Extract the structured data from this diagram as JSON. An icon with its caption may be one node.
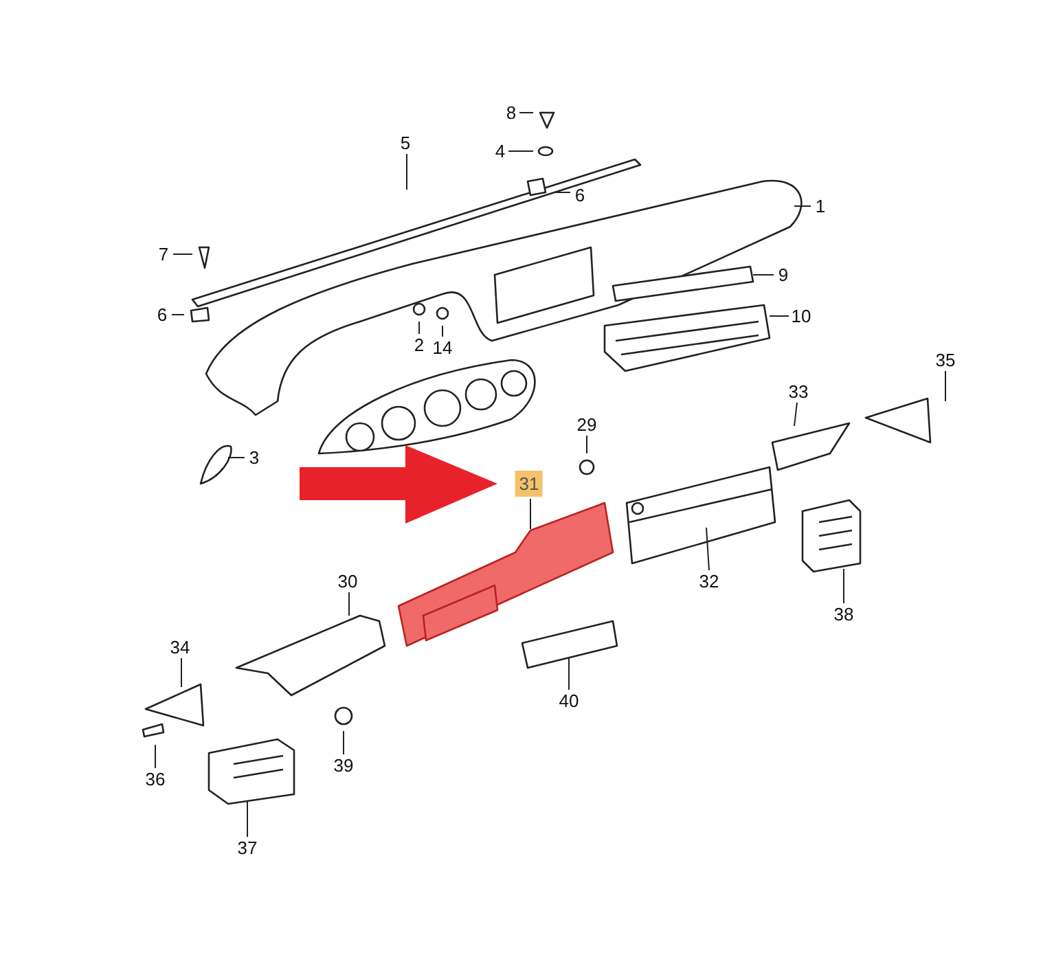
{
  "diagram": {
    "nodes": [
      {
        "text": [
          "8"
        ]
      },
      {
        "text": [
          "4"
        ]
      },
      {
        "text": [
          "5"
        ]
      },
      {
        "text": [
          "6"
        ]
      },
      {
        "text": [
          "1"
        ]
      },
      {
        "text": [
          "7"
        ]
      },
      {
        "text": [
          "9"
        ]
      },
      {
        "text": [
          "6"
        ]
      },
      {
        "text": [
          "10"
        ]
      },
      {
        "text": [
          "2"
        ]
      },
      {
        "text": [
          "14"
        ]
      },
      {
        "text": [
          "35"
        ]
      },
      {
        "text": [
          "33"
        ]
      },
      {
        "text": [
          "29"
        ]
      },
      {
        "text": [
          "3"
        ]
      },
      {
        "text": [
          "31"
        ]
      },
      {
        "text": [
          "30"
        ]
      },
      {
        "text": [
          "32"
        ]
      },
      {
        "text": [
          "38"
        ]
      },
      {
        "text": [
          "34"
        ]
      },
      {
        "text": [
          "40"
        ]
      },
      {
        "text": [
          "39"
        ]
      },
      {
        "text": [
          "36"
        ]
      },
      {
        "text": [
          "37"
        ]
      }
    ],
    "edges": [
      {
        "from": 0,
        "to": null,
        "arrow": "none"
      },
      {
        "from": 1,
        "to": null,
        "arrow": "none"
      },
      {
        "from": 2,
        "to": null,
        "arrow": "none"
      },
      {
        "from": 3,
        "to": null,
        "arrow": "none"
      },
      {
        "from": 4,
        "to": null,
        "arrow": "none"
      },
      {
        "from": 5,
        "to": null,
        "arrow": "none"
      },
      {
        "from": 6,
        "to": null,
        "arrow": "none"
      },
      {
        "from": 7,
        "to": null,
        "arrow": "none"
      },
      {
        "from": 8,
        "to": null,
        "arrow": "none"
      },
      {
        "from": 9,
        "to": null,
        "arrow": "none"
      },
      {
        "from": 10,
        "to": null,
        "arrow": "none"
      },
      {
        "from": 11,
        "to": null,
        "arrow": "none"
      },
      {
        "from": 12,
        "to": null,
        "arrow": "none"
      },
      {
        "from": 13,
        "to": null,
        "arrow": "none"
      },
      {
        "from": 14,
        "to": null,
        "arrow": "none"
      },
      {
        "from": 15,
        "to": null,
        "arrow": "none"
      },
      {
        "from": 16,
        "to": null,
        "arrow": "none"
      },
      {
        "from": 17,
        "to": null,
        "arrow": "none"
      },
      {
        "from": 18,
        "to": null,
        "arrow": "none"
      },
      {
        "from": 19,
        "to": null,
        "arrow": "none"
      },
      {
        "from": 20,
        "to": null,
        "arrow": "none"
      },
      {
        "from": 21,
        "to": null,
        "arrow": "none"
      },
      {
        "from": 22,
        "to": null,
        "arrow": "none"
      },
      {
        "from": 23,
        "to": null,
        "arrow": "none"
      }
    ]
  }
}
